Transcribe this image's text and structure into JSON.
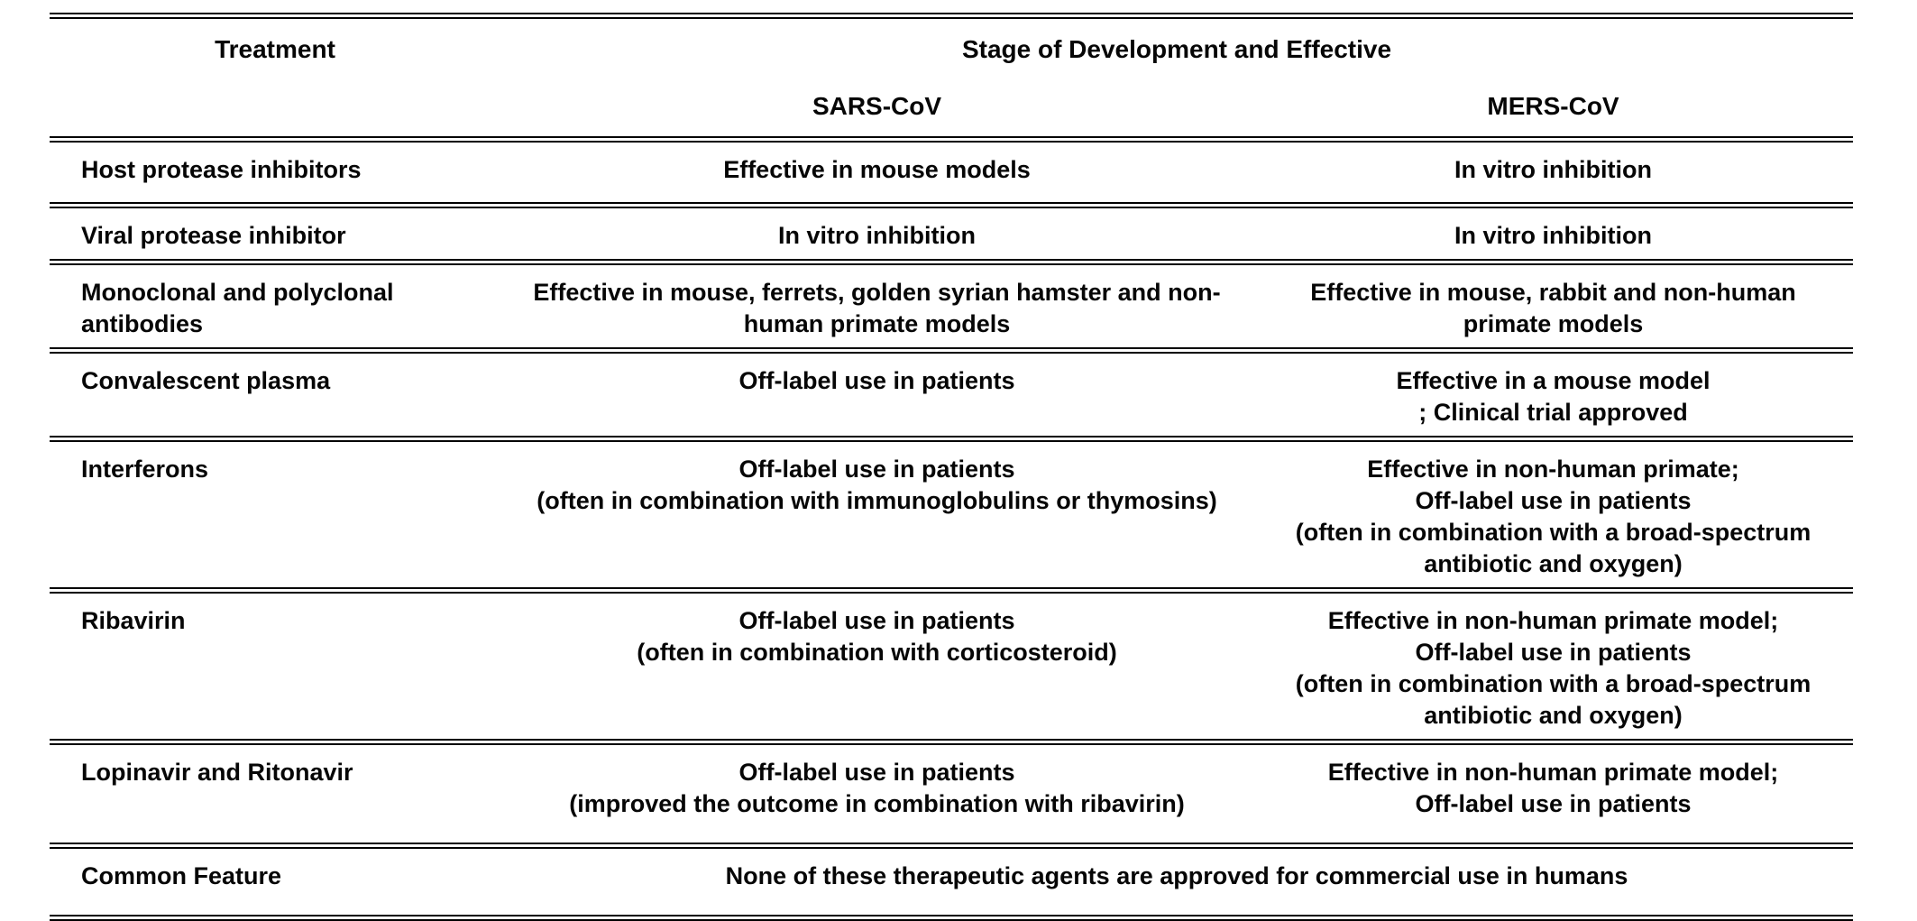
{
  "table": {
    "header": {
      "treatment_col": "Treatment",
      "span_header": "Stage of Development and Effective",
      "sars_col": "SARS-CoV",
      "mers_col": "MERS-CoV"
    },
    "rows": [
      {
        "treatment": "Host protease inhibitors",
        "sars": "Effective in mouse models",
        "mers": "In vitro inhibition"
      },
      {
        "treatment": "Viral protease inhibitor",
        "sars": "In vitro inhibition",
        "mers": "In vitro inhibition"
      },
      {
        "treatment": "Monoclonal and polyclonal antibodies",
        "sars": "Effective in mouse, ferrets, golden syrian hamster and non-\nhuman primate models",
        "mers": "Effective in mouse, rabbit and non-human\nprimate models"
      },
      {
        "treatment": "Convalescent plasma",
        "sars": "Off-label use in patients",
        "mers": "Effective in a mouse model\n; Clinical trial approved"
      },
      {
        "treatment": "Interferons",
        "sars": "Off-label use in patients\n(often in combination with immunoglobulins or thymosins)",
        "mers": "Effective in non-human primate;\nOff-label use in patients\n(often in combination with a broad-spectrum\nantibiotic and oxygen)"
      },
      {
        "treatment": "Ribavirin",
        "sars": "Off-label use in patients\n(often in combination with corticosteroid)",
        "mers": "Effective in non-human primate model;\nOff-label use in patients\n(often in combination with a broad-spectrum\nantibiotic and oxygen)"
      },
      {
        "treatment": "Lopinavir and Ritonavir",
        "sars": "Off-label use in patients\n(improved the outcome in combination with ribavirin)",
        "mers": "Effective in non-human primate model;\nOff-label use in patients"
      }
    ],
    "footer": {
      "treatment": "Common Feature",
      "value": "None of these therapeutic agents are approved for commercial use in humans"
    }
  }
}
